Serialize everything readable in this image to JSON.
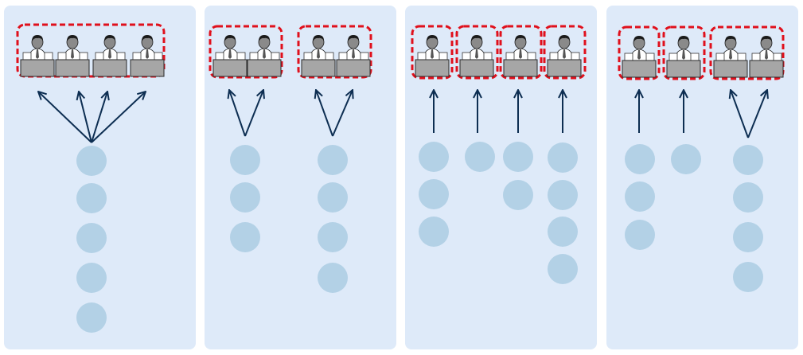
{
  "panels": [
    {
      "id": "p1",
      "groups": [
        [
          0,
          1,
          2,
          3
        ]
      ],
      "queues": [
        5
      ],
      "arrows_per_queue": [
        4
      ]
    },
    {
      "id": "p2",
      "groups": [
        [
          0,
          1
        ],
        [
          2,
          3
        ]
      ],
      "queues": [
        3,
        4
      ],
      "arrows_per_queue": [
        2,
        2
      ]
    },
    {
      "id": "p3",
      "groups": [
        [
          0
        ],
        [
          1
        ],
        [
          2
        ],
        [
          3
        ]
      ],
      "queues": [
        3,
        1,
        2,
        4
      ],
      "arrows_per_queue": [
        1,
        1,
        1,
        1
      ]
    },
    {
      "id": "p4",
      "groups": [
        [
          0
        ],
        [
          1
        ],
        [
          2,
          3
        ]
      ],
      "queues": [
        3,
        1,
        4
      ],
      "arrows_per_queue": [
        1,
        1,
        2
      ]
    }
  ],
  "colors": {
    "panel": "#deeaf9",
    "group_border": "#e0101c",
    "arrow": "#0d2e52",
    "customer": "#b3d1e6",
    "desk": "#a6a6a6"
  },
  "icons": {
    "server": "clerk-at-desk-icon",
    "customer": "customer-circle-icon"
  }
}
